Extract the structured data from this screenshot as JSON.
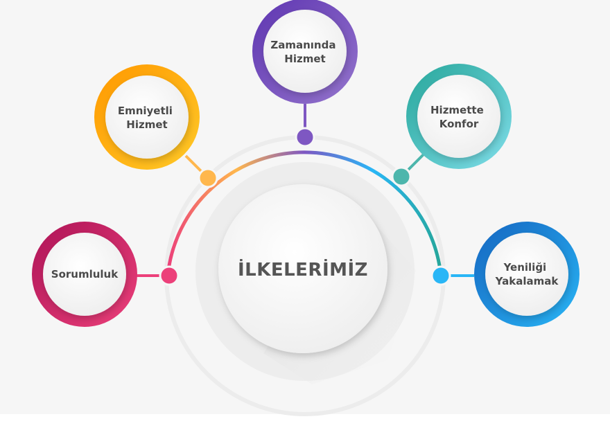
{
  "center": {
    "label": "İLKELERİMİZ"
  },
  "principles": [
    {
      "id": "sorumluluk",
      "lines": [
        "Sorumluluk"
      ],
      "color_from": "#c2185b",
      "color_to": "#e91e63"
    },
    {
      "id": "emniyetli-hizmet",
      "lines": [
        "Emniyetli",
        "Hizmet"
      ],
      "color_from": "#f57c00",
      "color_to": "#ffb74d"
    },
    {
      "id": "zamaninda-hizmet",
      "lines": [
        "Zamanında",
        "Hizmet"
      ],
      "color_from": "#5e35b1",
      "color_to": "#9575cd"
    },
    {
      "id": "hizmette-konfor",
      "lines": [
        "Hizmette",
        "Konfor"
      ],
      "color_from": "#26a69a",
      "color_to": "#80cbc4"
    },
    {
      "id": "yeniligi-yakalamak",
      "lines": [
        "Yeniliği",
        "Yakalamak"
      ],
      "color_from": "#1565c0",
      "color_to": "#29b6f6"
    }
  ],
  "colors": {
    "background": "#f6f6f6",
    "connector_dot_pink": "#ec407a",
    "connector_dot_orange": "#ffb74d",
    "connector_dot_purple": "#7e57c2",
    "connector_dot_teal": "#4db6ac",
    "connector_dot_blue": "#29b6f6"
  }
}
